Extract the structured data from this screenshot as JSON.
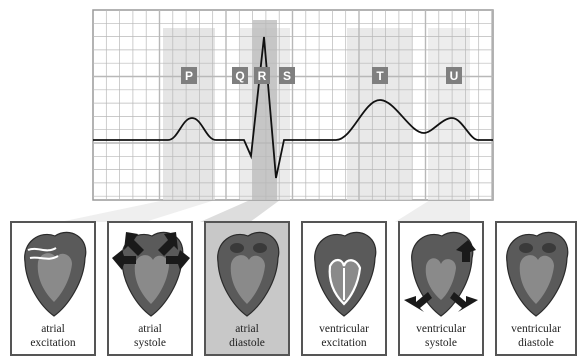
{
  "wave_labels": [
    "P",
    "Q",
    "R",
    "S",
    "T",
    "U"
  ],
  "stages": [
    {
      "line1": "atrial",
      "line2": "excitation",
      "icon": "heart-excitation-arrows-icon"
    },
    {
      "line1": "atrial",
      "line2": "systole",
      "icon": "heart-contraction-arrows-icon"
    },
    {
      "line1": "atrial",
      "line2": "diastole",
      "icon": "heart-relaxed-icon"
    },
    {
      "line1": "ventricular",
      "line2": "excitation",
      "icon": "heart-ventricle-signal-icon"
    },
    {
      "line1": "ventricular",
      "line2": "systole",
      "icon": "heart-ventricle-contraction-icon"
    },
    {
      "line1": "ventricular",
      "line2": "diastole",
      "icon": "heart-relaxed-icon"
    }
  ],
  "colors": {
    "grid_line": "#b8b8b8",
    "grid_background": "#ffffff",
    "shade": "#d9d9d9",
    "label_box": "#7f7f7f",
    "trace": "#111111",
    "panel_border": "#555555",
    "panel_shaded_bg": "#c8c8c8"
  }
}
